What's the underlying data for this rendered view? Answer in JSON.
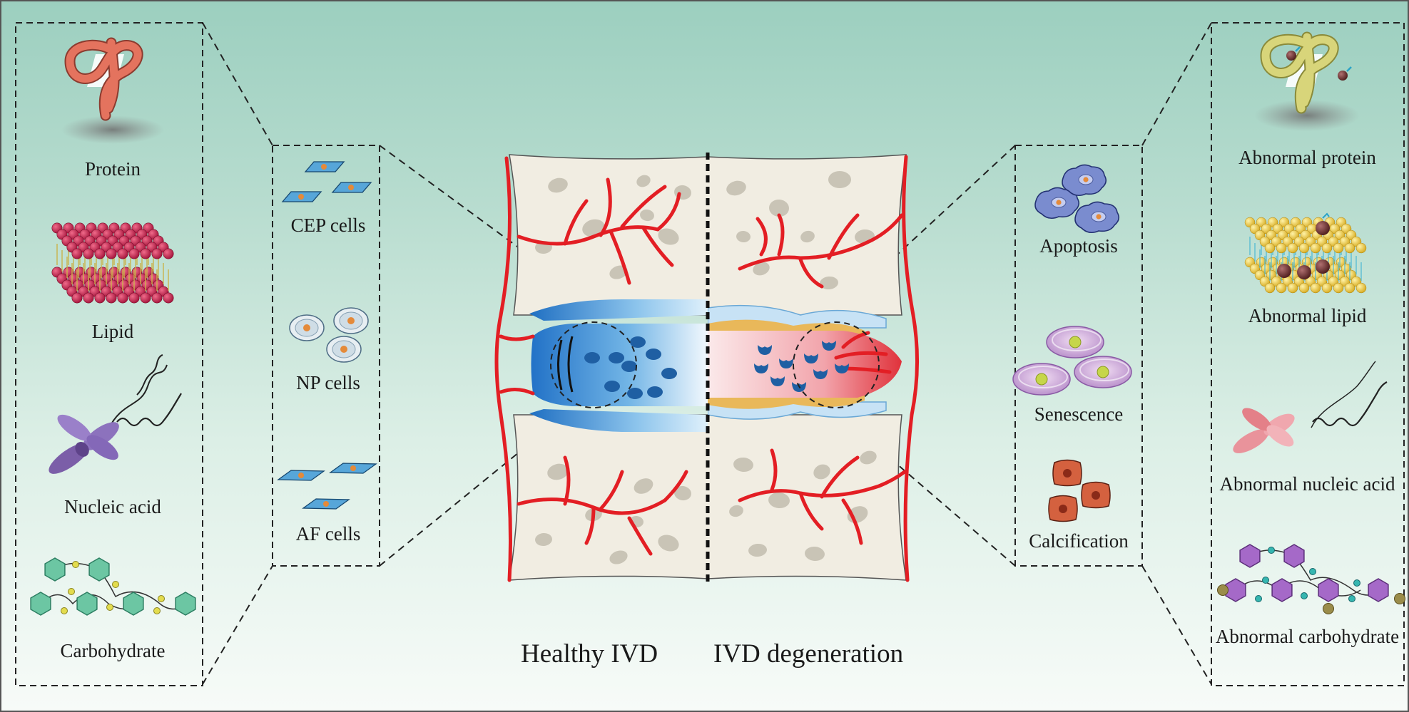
{
  "figure": {
    "left_panel": {
      "items": [
        {
          "label": "Protein",
          "icon": "protein-coil-icon"
        },
        {
          "label": "Lipid",
          "icon": "lipid-bilayer-icon"
        },
        {
          "label": "Nucleic acid",
          "icon": "chromosome-dna-icon"
        },
        {
          "label": "Carbohydrate",
          "icon": "carbohydrate-chain-icon"
        }
      ]
    },
    "cell_panel": {
      "items": [
        {
          "label": "CEP cells",
          "icon": "cep-cell-icon"
        },
        {
          "label": "NP cells",
          "icon": "np-cell-icon"
        },
        {
          "label": "AF cells",
          "icon": "af-cell-icon"
        }
      ]
    },
    "center": {
      "left_caption": "Healthy IVD",
      "right_caption": "IVD degeneration"
    },
    "pathology_panel": {
      "items": [
        {
          "label": "Apoptosis",
          "icon": "apoptotic-cell-icon"
        },
        {
          "label": "Senescence",
          "icon": "senescent-cell-icon"
        },
        {
          "label": "Calcification",
          "icon": "calcified-cell-icon"
        }
      ]
    },
    "right_panel": {
      "items": [
        {
          "label": "Abnormal protein",
          "icon": "abnormal-protein-icon"
        },
        {
          "label": "Abnormal lipid",
          "icon": "abnormal-lipid-icon"
        },
        {
          "label": "Abnormal nucleic acid",
          "icon": "abnormal-chromosome-icon"
        },
        {
          "label": "Abnormal carbohydrate",
          "icon": "abnormal-carbohydrate-icon"
        }
      ]
    },
    "colors": {
      "vessel_red": "#e31e24",
      "healthy_disc_blue": "#2f86cf",
      "degenerated_pink": "#e88b93",
      "bone_beige": "#f1ede2",
      "nucleus_dot": "#1f5fa3"
    }
  }
}
